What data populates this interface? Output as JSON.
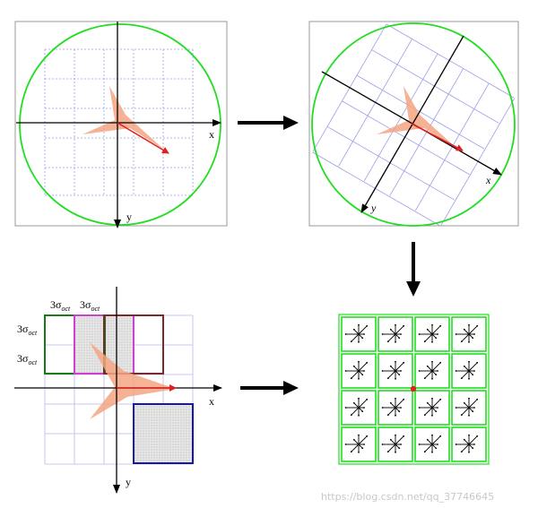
{
  "panels": {
    "top_left": {
      "x_label": "x",
      "y_label": "y"
    },
    "top_right": {
      "x_label": "x",
      "y_label": "y"
    },
    "bottom_left": {
      "x_label": "x",
      "y_label": "y",
      "sigma_base": "3σ",
      "sigma_sub": "oct"
    }
  },
  "watermark": "https://blog.csdn.net/qq_37746645",
  "colors": {
    "circle": "#22dd22",
    "grid": "#9c9ce8",
    "arrow": "#e02020",
    "fan": "#f4a582",
    "frame": "#999999",
    "green_box": "#1a7a1a",
    "magenta_box": "#d040d0",
    "brown_box": "#7a2a2a",
    "blue_box": "#1a1a8a",
    "descriptor_green": "#22dd22"
  }
}
